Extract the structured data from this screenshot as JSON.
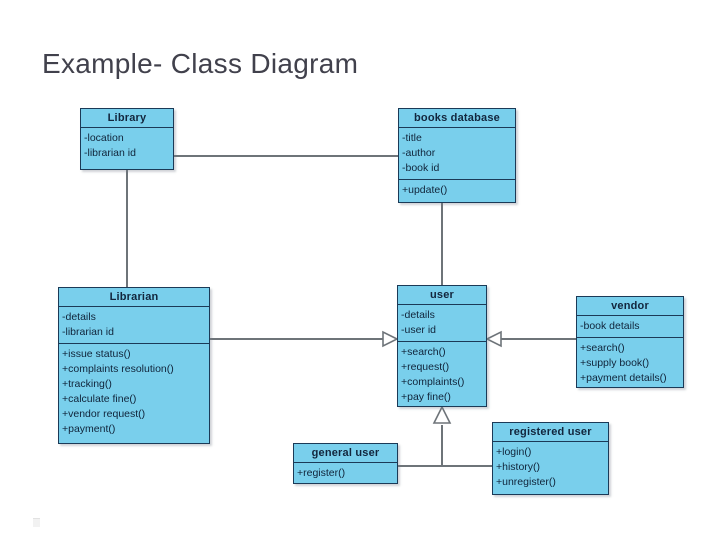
{
  "slide": {
    "title": "Example- Class Diagram",
    "background_color": "#ffffff",
    "title_color": "#41414c"
  },
  "theme": {
    "box_fill": "#79cfec",
    "box_border": "#1b3a57",
    "text_color": "#10243a",
    "connector_color": "#6e7479"
  },
  "diagram": {
    "type": "uml-class-diagram",
    "classes": [
      {
        "id": "library",
        "name": "Library",
        "attributes": [
          "-location",
          "-librarian id"
        ],
        "operations": []
      },
      {
        "id": "books_database",
        "name": "books database",
        "attributes": [
          "-title",
          "-author",
          "-book id"
        ],
        "operations": [
          "+update()"
        ]
      },
      {
        "id": "librarian",
        "name": "Librarian",
        "attributes": [
          "-details",
          "-librarian id"
        ],
        "operations": [
          "+issue status()",
          "+complaints resolution()",
          "+tracking()",
          "+calculate fine()",
          "+vendor request()",
          "+payment()"
        ]
      },
      {
        "id": "user",
        "name": "user",
        "attributes": [
          "-details",
          "-user id"
        ],
        "operations": [
          "+search()",
          "+request()",
          "+complaints()",
          "+pay fine()"
        ]
      },
      {
        "id": "vendor",
        "name": "vendor",
        "attributes": [
          "-book details"
        ],
        "operations": [
          "+search()",
          "+supply book()",
          "+payment details()"
        ]
      },
      {
        "id": "general_user",
        "name": "general user",
        "attributes": [],
        "operations": [
          "+register()"
        ]
      },
      {
        "id": "registered_user",
        "name": "registered user",
        "attributes": [],
        "operations": [
          "+login()",
          "+history()",
          "+unregister()"
        ]
      }
    ],
    "relationships": [
      {
        "from": "library",
        "to": "books_database",
        "kind": "association"
      },
      {
        "from": "library",
        "to": "librarian",
        "kind": "association"
      },
      {
        "from": "books_database",
        "to": "user",
        "kind": "association"
      },
      {
        "from": "librarian",
        "to": "user",
        "kind": "generalization"
      },
      {
        "from": "vendor",
        "to": "user",
        "kind": "generalization"
      },
      {
        "from": "general_user",
        "to": "user",
        "kind": "generalization"
      },
      {
        "from": "registered_user",
        "to": "user",
        "kind": "generalization"
      }
    ]
  }
}
